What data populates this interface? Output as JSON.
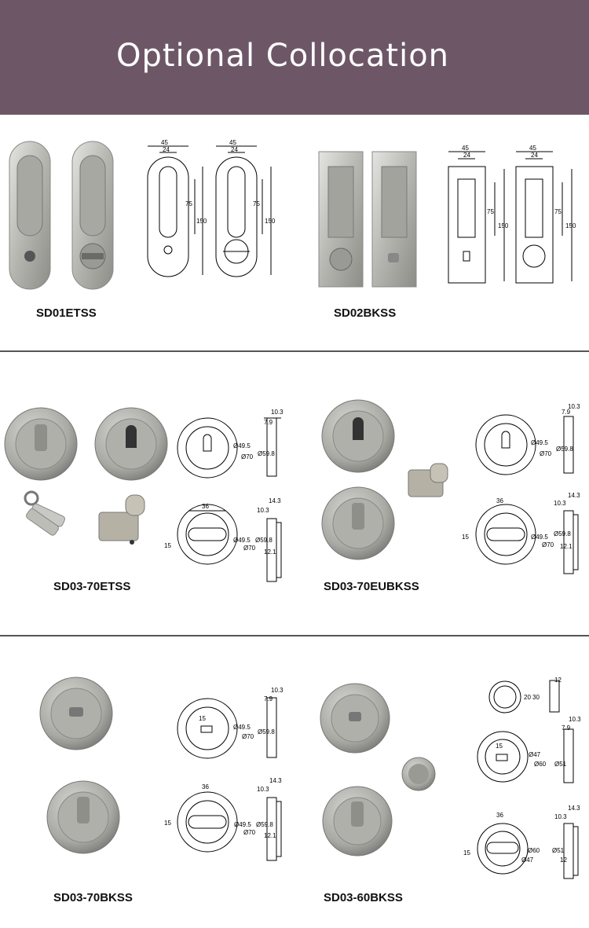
{
  "banner": {
    "title": "Optional Collocation"
  },
  "products": [
    {
      "code": "SD01ETSS"
    },
    {
      "code": "SD02BKSS"
    },
    {
      "code": "SD03-70ETSS"
    },
    {
      "code": "SD03-70EUBKSS"
    },
    {
      "code": "SD03-70BKSS"
    },
    {
      "code": "SD03-60BKSS"
    }
  ],
  "dimensions": {
    "w45": "45",
    "w24": "24",
    "h75": "75",
    "h150": "150",
    "d10_3": "10.3",
    "d7_9": "7.9",
    "d14_3": "14.3",
    "d36": "36",
    "d15": "15",
    "d49_5": "Ø49.5",
    "d70": "Ø70",
    "d59_8": "Ø59.8",
    "d12_1": "12.1",
    "d12": "12",
    "d20": "20",
    "d30": "30",
    "d47": "Ø47",
    "d60": "Ø60",
    "d51": "Ø51",
    "d12b": "12"
  },
  "colors": {
    "banner": "#6d5766",
    "steel": "#b8b8b4"
  }
}
